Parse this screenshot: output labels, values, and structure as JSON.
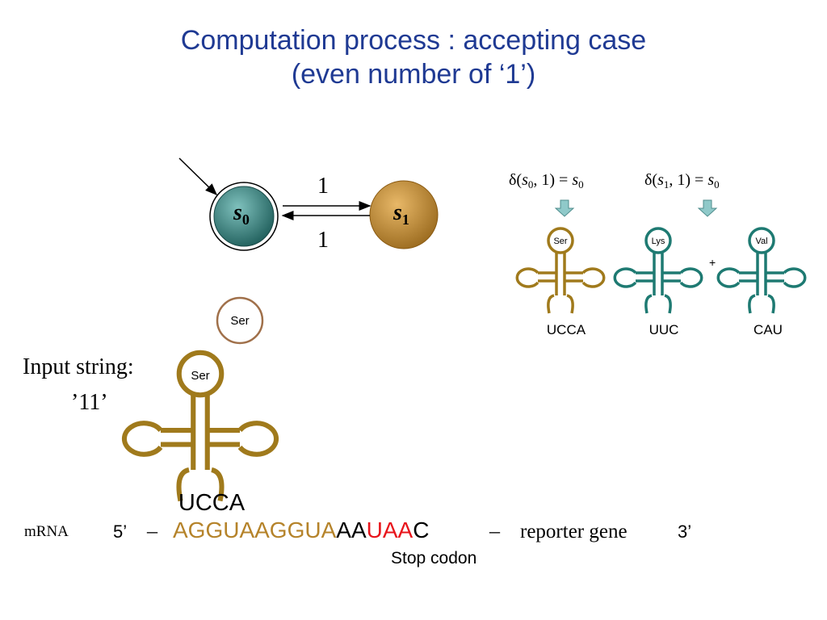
{
  "title_line1": "Computation process : accepting case",
  "title_line2": "(even number of ‘1’)",
  "automaton": {
    "state0": {
      "name": "s",
      "subscript": "0"
    },
    "state1": {
      "name": "s",
      "subscript": "1"
    },
    "edge_top_label": "1",
    "edge_bottom_label": "1"
  },
  "transitions": [
    {
      "func": "δ(",
      "state": "s",
      "state_sub": "0",
      "symbol": ", 1) = ",
      "result": "s",
      "result_sub": "0"
    },
    {
      "func": "δ(",
      "state": "s",
      "state_sub": "1",
      "symbol": ", 1) = ",
      "result": "s",
      "result_sub": "0"
    }
  ],
  "trnas_small": [
    {
      "amino": "Ser",
      "anticodon": "UCCA",
      "color": "#a07a1c"
    },
    {
      "amino": "Lys",
      "anticodon": "UUC",
      "color": "#1e7a72"
    },
    {
      "amino": "Val",
      "anticodon": "CAU",
      "color": "#1e7a72"
    }
  ],
  "plus": "+",
  "free_amino": "Ser",
  "input_label": "Input string:",
  "input_value": "’11’",
  "big_trna": {
    "amino": "Ser",
    "anticodon": "UCCA",
    "color": "#a07a1c"
  },
  "mrna": {
    "label": "mRNA",
    "five_prime": "5’",
    "dash1": "–",
    "seq_part1": "AGGUAAGGUA",
    "seq_part2": "AA",
    "seq_part3": "UAA",
    "seq_part4": "C",
    "dash2": "–",
    "reporter": "reporter gene",
    "three_prime": "3’",
    "stop_codon_label": "Stop codon"
  },
  "colors": {
    "title": "#1f3a93",
    "state0_fill": "#2e7d7a",
    "state1_fill": "#c08a30",
    "trna_gold": "#a07a1c",
    "trna_teal": "#1e7a72",
    "seq_gold": "#b5832a",
    "stop_red": "#e8141b",
    "arrow_fill": "#8fc9c9"
  }
}
